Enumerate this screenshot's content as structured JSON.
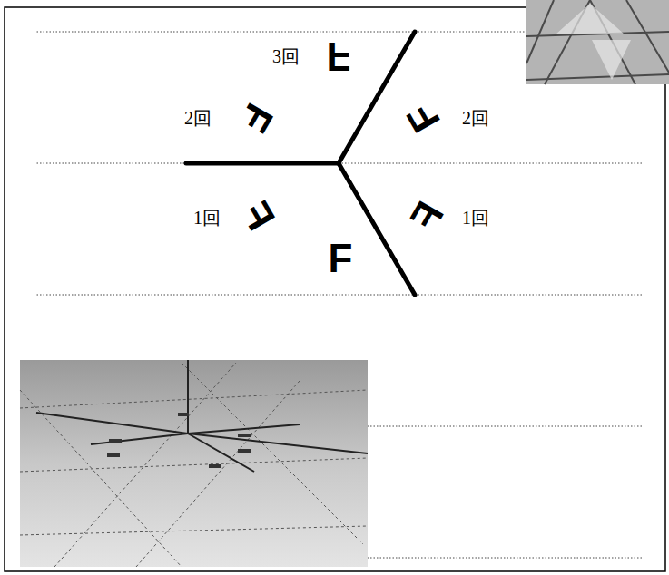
{
  "diagram": {
    "labels": [
      "3回",
      "F",
      "2回",
      "F",
      "F",
      "2回",
      "1回",
      "F",
      "F",
      "1回",
      "F"
    ]
  }
}
